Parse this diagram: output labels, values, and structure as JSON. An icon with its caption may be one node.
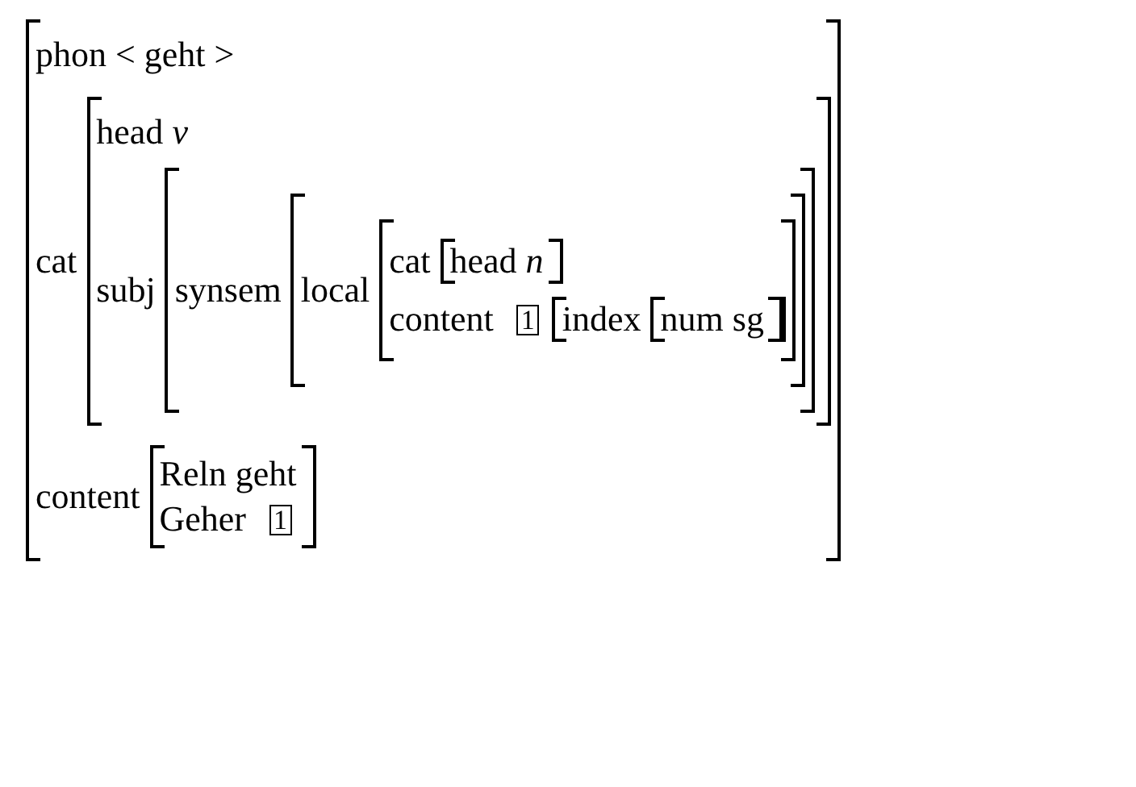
{
  "diagram": {
    "nodes": [
      {
        "text": [
          "phon < geht >",
          "cat",
          "content"
        ]
      },
      {
        "text": [
          "head *v*",
          "subj"
        ],
        "in": 0
      },
      {
        "text": [
          "synsem"
        ],
        "in": 1
      },
      {
        "text": [
          "local"
        ],
        "in": 2
      },
      {
        "text": [
          "cat",
          "content"
        ],
        "in": 3
      },
      {
        "text": [
          "head *n*"
        ],
        "in": 4
      },
      {
        "text": [
          "1"
        ],
        "in": 4
      },
      {
        "text": [
          "index"
        ],
        "in": 4
      },
      {
        "text": [
          "num sg"
        ],
        "in": 7
      },
      {
        "text": [
          "Reln geht",
          "Geher"
        ],
        "in": 0
      },
      {
        "text": [
          "1"
        ],
        "in": 9
      }
    ]
  }
}
